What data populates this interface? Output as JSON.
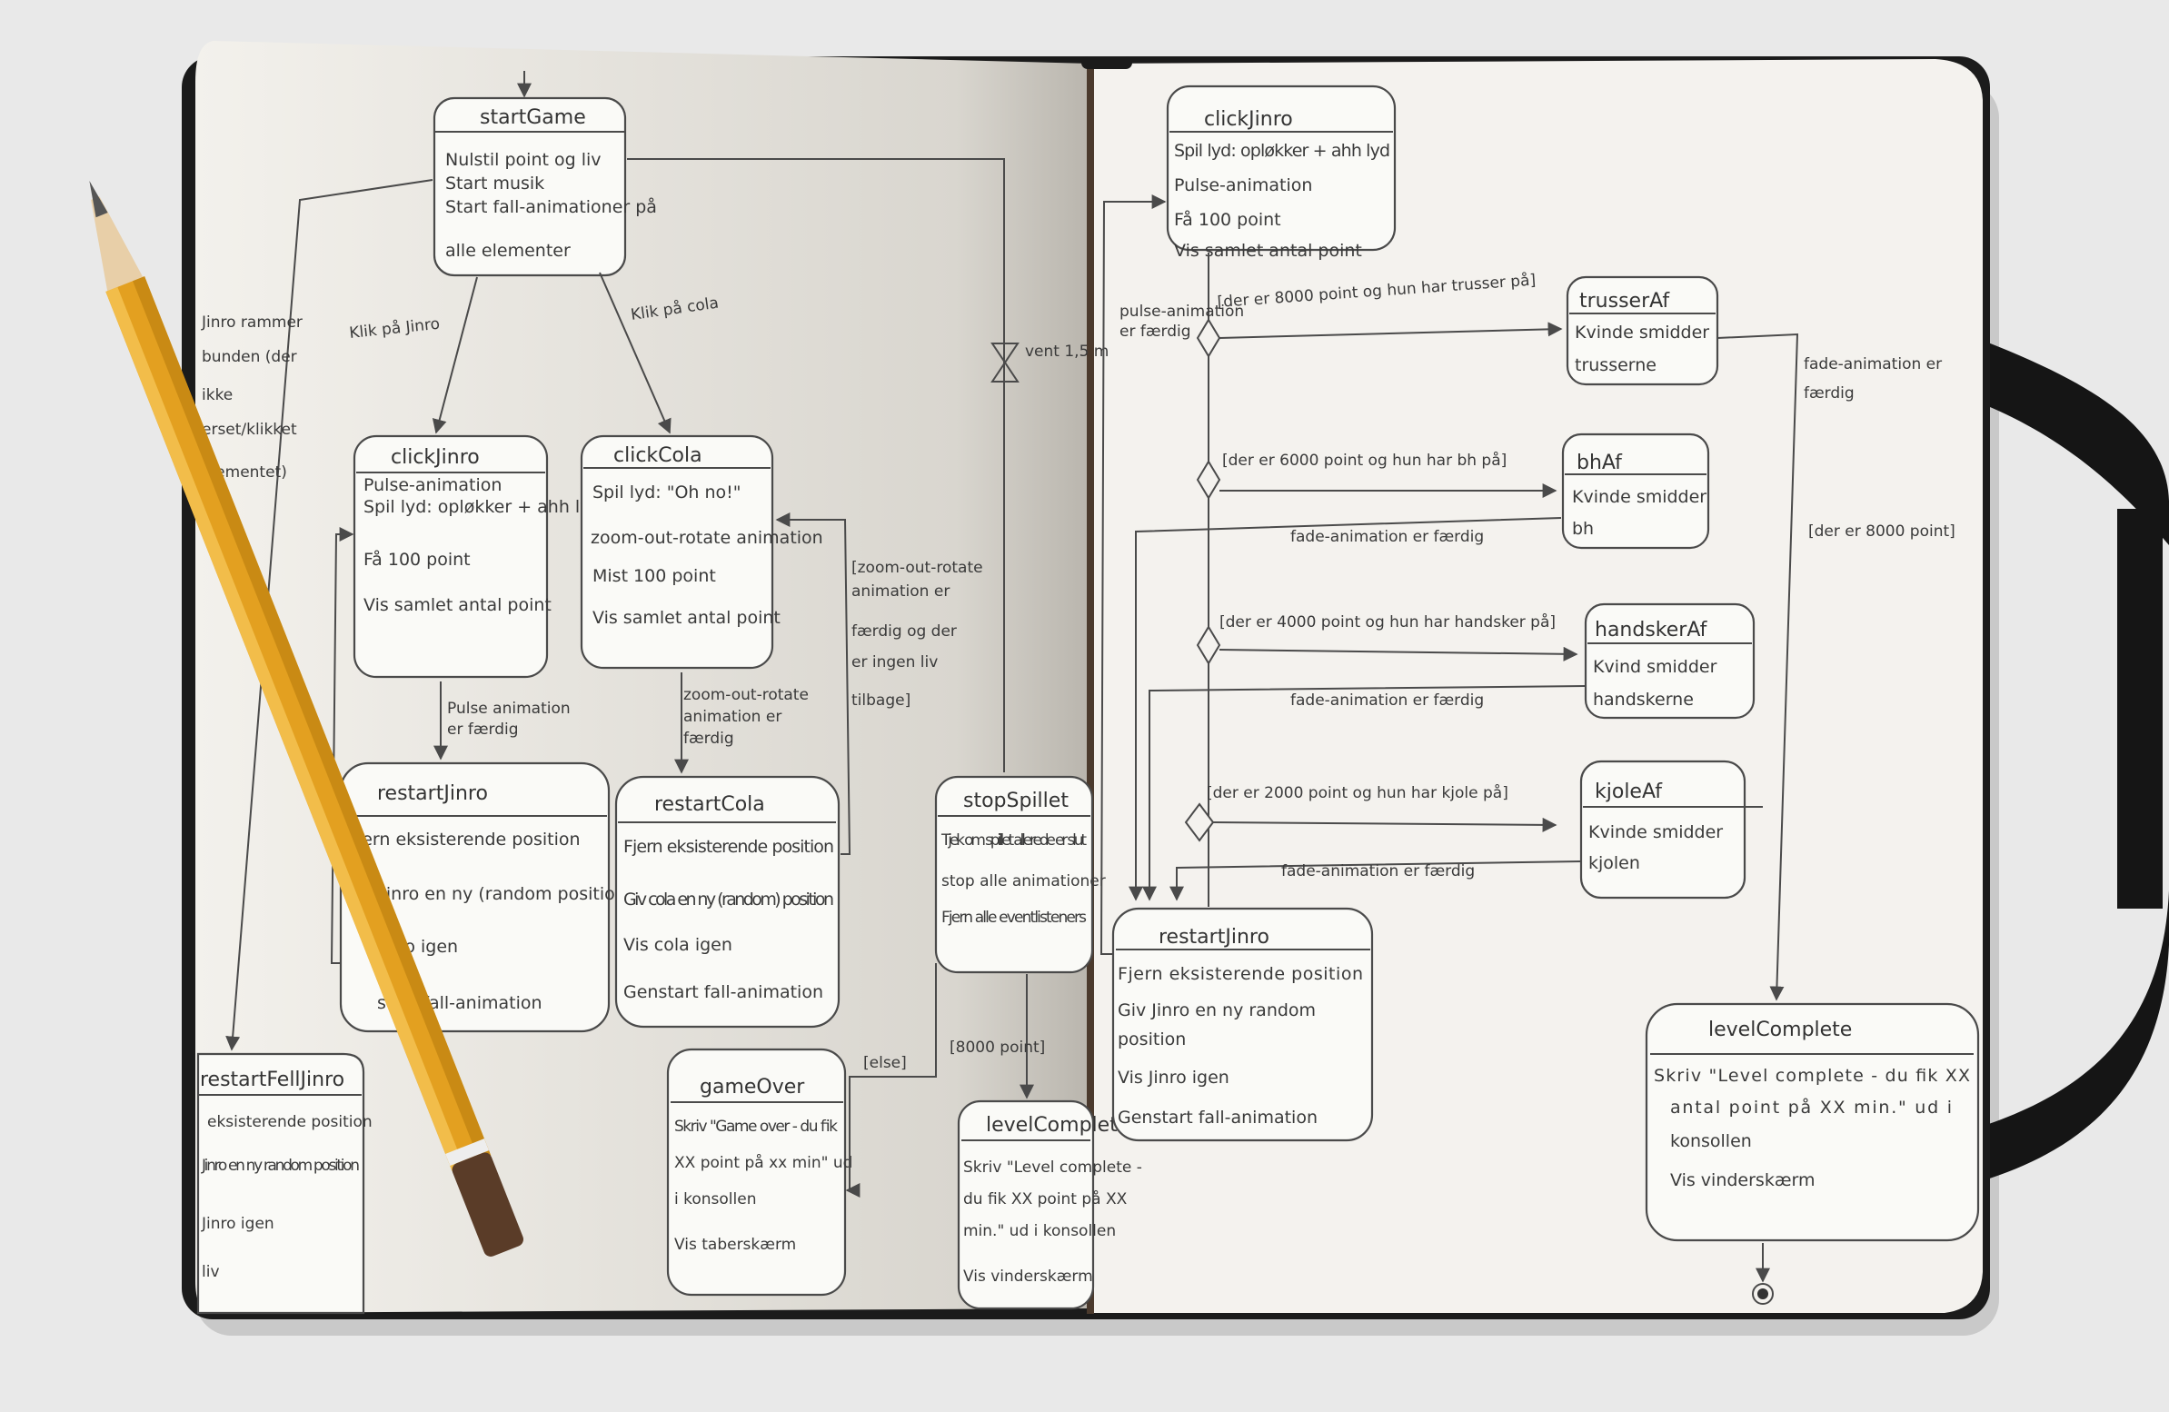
{
  "colors": {
    "background": "#e9e9e9",
    "cover": "#1b1b1b",
    "page": "#f3f1ec",
    "ink": "#4a4a4a",
    "pencil": "#e3a020",
    "elastic": "#151515"
  },
  "left_page": {
    "states": [
      {
        "id": "start-game",
        "title": "startGame",
        "lines": [
          "Nulstil point og liv",
          "Start musik",
          "Start fall-animationer på",
          "alle elementer"
        ]
      },
      {
        "id": "click-jinro",
        "title": "clickJinro",
        "lines": [
          "Pulse-animation",
          "Spil lyd: opløkker + ahh lyd",
          "Få 100 point",
          "Vis samlet antal point"
        ]
      },
      {
        "id": "click-cola",
        "title": "clickCola",
        "lines": [
          "Spil lyd: \"Oh no!\"",
          "zoom-out-rotate animation",
          "Mist 100 point",
          "Vis samlet antal point"
        ]
      },
      {
        "id": "restart-jinro",
        "title": "restartJinro",
        "lines": [
          "Fjern eksisterende position",
          "Giv Jinro en ny (random position)",
          "Jinro igen",
          "start fall-animation"
        ]
      },
      {
        "id": "restart-cola",
        "title": "restartCola",
        "lines": [
          "Fjern eksisterende position",
          "Giv cola en ny (random) position",
          "Vis cola igen",
          "Genstart fall-animation"
        ]
      },
      {
        "id": "stop-spillet",
        "title": "stopSpillet",
        "lines": [
          "Tjek om spillet allerede er slut",
          "stop alle animationer",
          "Fjern alle eventlisteners"
        ]
      },
      {
        "id": "game-over",
        "title": "gameOver",
        "lines": [
          "Skriv \"Game over - du fik",
          "XX point på xx min\" ud",
          "i konsollen",
          "Vis taberskærm"
        ]
      },
      {
        "id": "level-complete-small",
        "title": "levelComplete",
        "lines": [
          "Skriv \"Level complete -",
          "du fik XX point på XX",
          "min.\" ud i konsollen",
          "Vis vinderskærm"
        ]
      },
      {
        "id": "restart-fell-jinro",
        "title": "restartFellJinro",
        "lines": [
          "eksisterende position",
          "Jinro en ny random position",
          "Jinro igen",
          "liv"
        ]
      }
    ],
    "labels": {
      "klik_jinro": "Klik på Jinro",
      "klik_cola": "Klik på cola",
      "vent": "vent 1,5 m",
      "pulse_done": [
        "Pulse animation",
        "er færdig"
      ],
      "zoom_done": [
        "zoom-out-rotate",
        "animation er",
        "færdig"
      ],
      "zoom_back": [
        "[zoom-out-rotate",
        "animation er",
        "færdig og der",
        "er ingen liv",
        "tilbage]"
      ],
      "else": "[else]",
      "points_8000": "[8000 point]",
      "side_note": [
        "Jinro rammer",
        "bunden (der",
        "ikke",
        "erset/klikket",
        "elementet)"
      ]
    }
  },
  "right_page": {
    "states": [
      {
        "id": "click-jinro-r",
        "title": "clickJinro",
        "lines": [
          "Spil lyd: opløkker + ahh lyd",
          "Pulse-animation",
          "Få 100 point",
          "Vis samlet antal point"
        ]
      },
      {
        "id": "trusser-af",
        "title": "trusserAf",
        "lines": [
          "Kvinde smidder",
          "trusserne"
        ]
      },
      {
        "id": "bh-af",
        "title": "bhAf",
        "lines": [
          "Kvinde smidder",
          "bh"
        ]
      },
      {
        "id": "handsker-af",
        "title": "handskerAf",
        "lines": [
          "Kvind smidder",
          "handskerne"
        ]
      },
      {
        "id": "kjole-af",
        "title": "kjoleAf",
        "lines": [
          "Kvinde smidder",
          "kjolen"
        ]
      },
      {
        "id": "restart-jinro-r",
        "title": "restartJinro",
        "lines": [
          "Fjern eksisterende position",
          "Giv Jinro en ny random",
          "position",
          "Vis Jinro igen",
          "Genstart fall-animation"
        ]
      },
      {
        "id": "level-complete",
        "title": "levelComplete",
        "lines": [
          "Skriv \"Level complete - du fik XX",
          "antal point på XX min.\" ud i",
          "konsollen",
          "Vis vinderskærm"
        ]
      }
    ],
    "guards": {
      "g8000": "[der er 8000 point og hun har trusser på]",
      "g6000": "[der er 6000 point og hun har bh på]",
      "g4000": "[der er 4000 point og hun har handsker på]",
      "g2000": "[der er 2000 point og hun har kjole på]",
      "g8000b": "[der er 8000 point]"
    },
    "labels": {
      "pulse_done": [
        "pulse-animation",
        "er færdig"
      ],
      "fade_done": "fade-animation er færdig",
      "fade_done2": [
        "fade-animation er",
        "færdig"
      ]
    }
  }
}
